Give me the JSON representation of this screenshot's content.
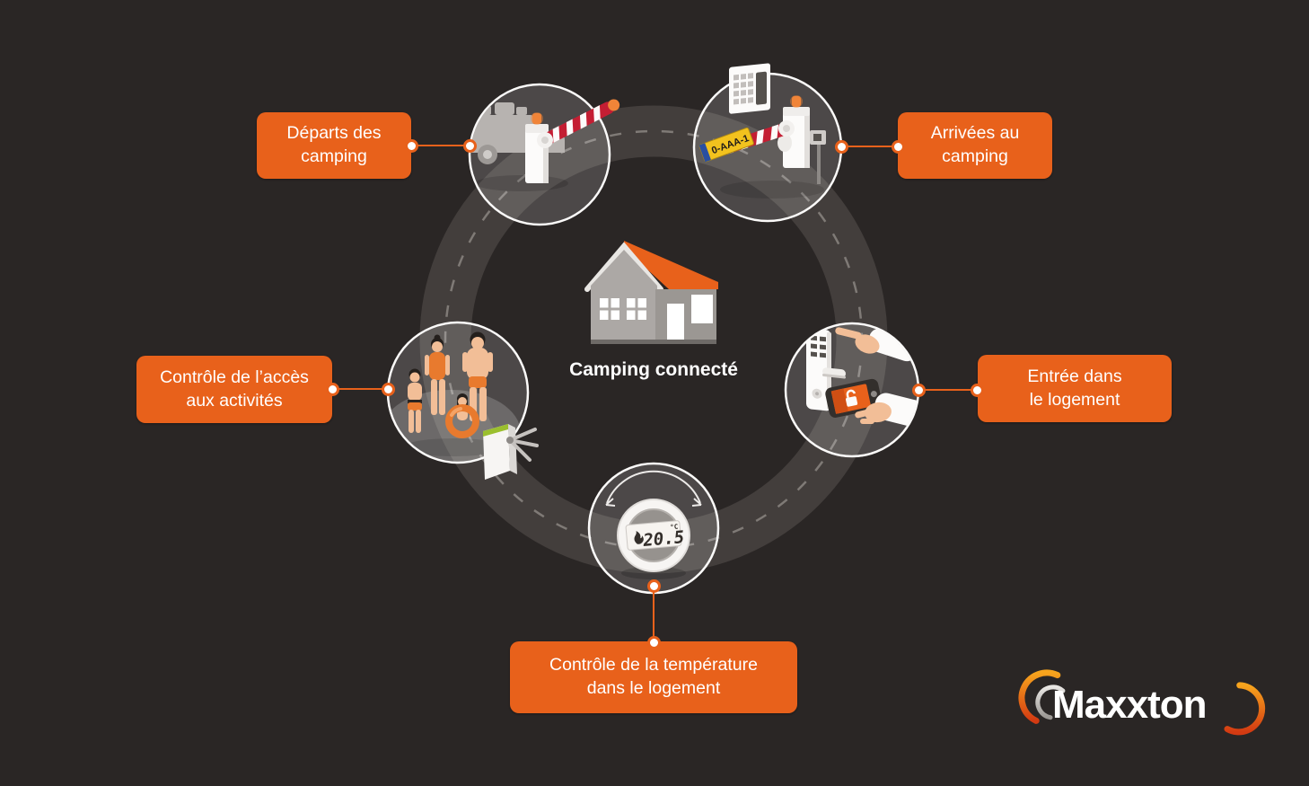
{
  "title": "Camping connecté",
  "colors": {
    "background": "#2A2625",
    "accent_orange": "#E8611B",
    "road_gray": "#433E3C",
    "road_dash": "#8A8580",
    "barrier_red": "#C41E33",
    "plate_yellow": "#F2C21E",
    "label_text": "#FFFFFF"
  },
  "center": {
    "icon": "house-icon",
    "label": "Camping connecté"
  },
  "labels": {
    "departures": {
      "line1": "Départs des",
      "line2": "camping"
    },
    "arrivals": {
      "line1": "Arrivées au",
      "line2": "camping"
    },
    "activities": {
      "line1": "Contrôle de l’accès",
      "line2": "aux activités"
    },
    "entry": {
      "line1": "Entrée dans",
      "line2": "le logement"
    },
    "temperature": {
      "line1": "Contrôle de la température",
      "line2": "dans le logement"
    }
  },
  "icons": {
    "departures": "car-exit-barrier-icon",
    "arrivals": "license-plate-barrier-icon",
    "activities": "family-swimmers-turnstile-icon",
    "entry": "smart-lock-phone-icon",
    "temperature": "thermostat-icon",
    "license_plate": "0-AAA-1",
    "thermostat_value": "20.5",
    "thermostat_unit": "°C"
  },
  "logo": {
    "text": "Maxxton"
  }
}
